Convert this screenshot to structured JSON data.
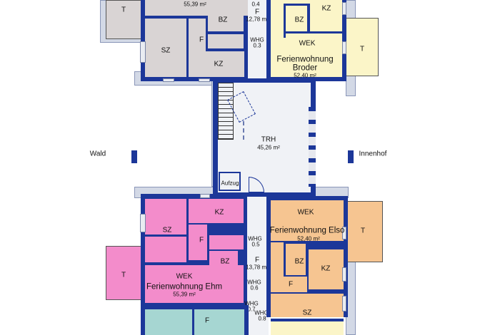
{
  "colors": {
    "wall": "#1c3799",
    "gray_unit": "#d9d4d4",
    "yellow_unit": "#fbf5c8",
    "pink_unit": "#f38ccb",
    "orange_unit": "#f6c591",
    "teal_unit": "#a6d6d2",
    "corridor": "#f0f2f6"
  },
  "outside": {
    "left": "Wald",
    "right": "Innenhof"
  },
  "units": {
    "top_left": {
      "area": "55,39 m²",
      "rooms": {
        "t": "T",
        "bz": "BZ",
        "f": "F",
        "sz": "SZ",
        "kz": "KZ"
      }
    },
    "broder": {
      "name_line1": "Ferienwohnung",
      "name_line2": "Broder",
      "area": "52,40 m²",
      "rooms": {
        "kz": "KZ",
        "bz": "BZ",
        "wek": "WEK",
        "t": "T"
      }
    },
    "ehm": {
      "name": "Ferienwohnung Ehm",
      "area": "55,39 m²",
      "rooms": {
        "sz": "SZ",
        "kz": "KZ",
        "f": "F",
        "bz": "BZ",
        "wek": "WEK",
        "t": "T"
      }
    },
    "elso": {
      "name": "Ferienwohnung Elso",
      "area": "52,40 m²",
      "rooms": {
        "wek": "WEK",
        "t": "T",
        "bz": "BZ",
        "kz": "KZ",
        "f": "F",
        "sz": "SZ"
      }
    },
    "bottom": {
      "rooms": {
        "f": "F"
      }
    }
  },
  "corridor_top": {
    "whg_prev": "0.4",
    "label": "F",
    "area": "12,78 m²",
    "whg03": "WHG",
    "whg03_num": "0.3"
  },
  "stairhall": {
    "label": "TRH",
    "area": "45,26 m²",
    "elevator": "Aufzug"
  },
  "corridor_mid": {
    "label": "F",
    "area": "13,78 m²",
    "whg": "WHG",
    "n05": "0.5",
    "n06": "0.6",
    "n07": "0.7",
    "n08": "0.8"
  }
}
